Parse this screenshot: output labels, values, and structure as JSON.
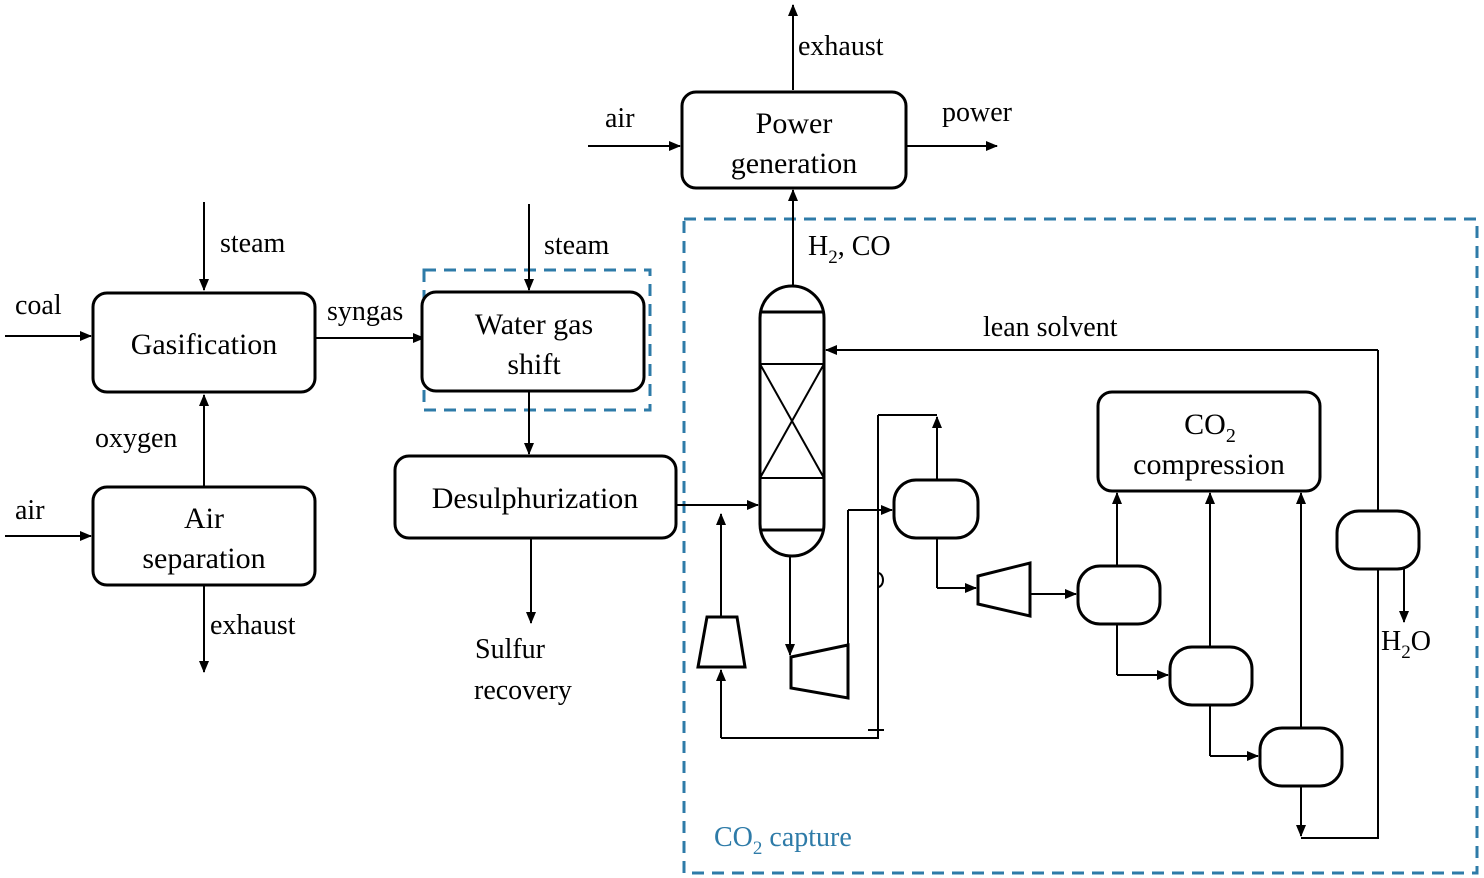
{
  "colors": {
    "line": "#000000",
    "dashed_frame": "#2e7ba8",
    "capture_label": "#2e7ba8"
  },
  "blocks": {
    "power_line1": "Power",
    "power_line2": "generation",
    "gasification": "Gasification",
    "wgs_line1": "Water gas",
    "wgs_line2": "shift",
    "desulph": "Desulphurization",
    "airsep_line1": "Air",
    "airsep_line2": "separation",
    "co2comp_line2": "compression"
  },
  "labels": {
    "exhaust_top": "exhaust",
    "air_top": "air",
    "power": "power",
    "steam_left": "steam",
    "steam_right": "steam",
    "coal": "coal",
    "syngas": "syngas",
    "oxygen": "oxygen",
    "air_left": "air",
    "exhaust_bottom": "exhaust",
    "sulfur_line1": "Sulfur",
    "sulfur_line2": "recovery",
    "lean_solvent": "lean solvent",
    "h2_co_rest": ", CO",
    "capture_rest": " capture"
  },
  "chem": {
    "co2_base": "CO",
    "co2_sub": "2",
    "h2_base": "H",
    "h2_sub": "2",
    "h2o_base": "H",
    "h2o_sub": "2",
    "h2o_tail": "O"
  }
}
